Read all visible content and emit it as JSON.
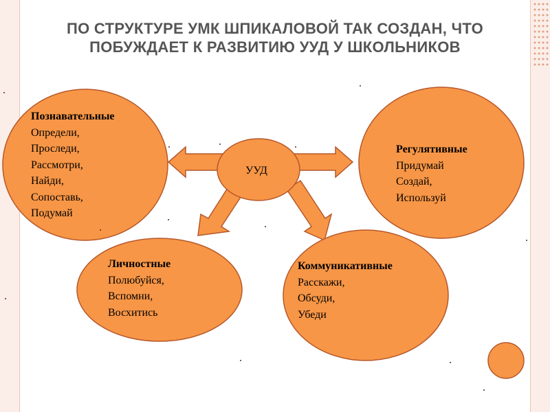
{
  "slide": {
    "title": "По структуре УМК Шпикаловой так создан, что побуждает к развитию  УУД у школьников",
    "center": {
      "label": "УУД"
    },
    "groups": {
      "cognitive": {
        "heading": "Познавательные",
        "items": [
          "Определи,",
          "Проследи,",
          "Рассмотри,",
          "Найди,",
          "Сопоставь,",
          "Подумай"
        ]
      },
      "regulatory": {
        "heading": "Регулятивные",
        "items": [
          "Придумай",
          "Создай,",
          "Используй"
        ]
      },
      "personal": {
        "heading": "Личностные",
        "items": [
          "Полюбуйся,",
          "Вспомни,",
          "Восхитись"
        ]
      },
      "communicative": {
        "heading": "Коммуникативные",
        "items": [
          "Расскажи,",
          "Обсуди,",
          "Убеди"
        ]
      }
    }
  },
  "colors": {
    "circle_fill": "#f79646",
    "circle_stroke": "#b6572a",
    "title": "#555555",
    "border": "#fbeee8"
  }
}
